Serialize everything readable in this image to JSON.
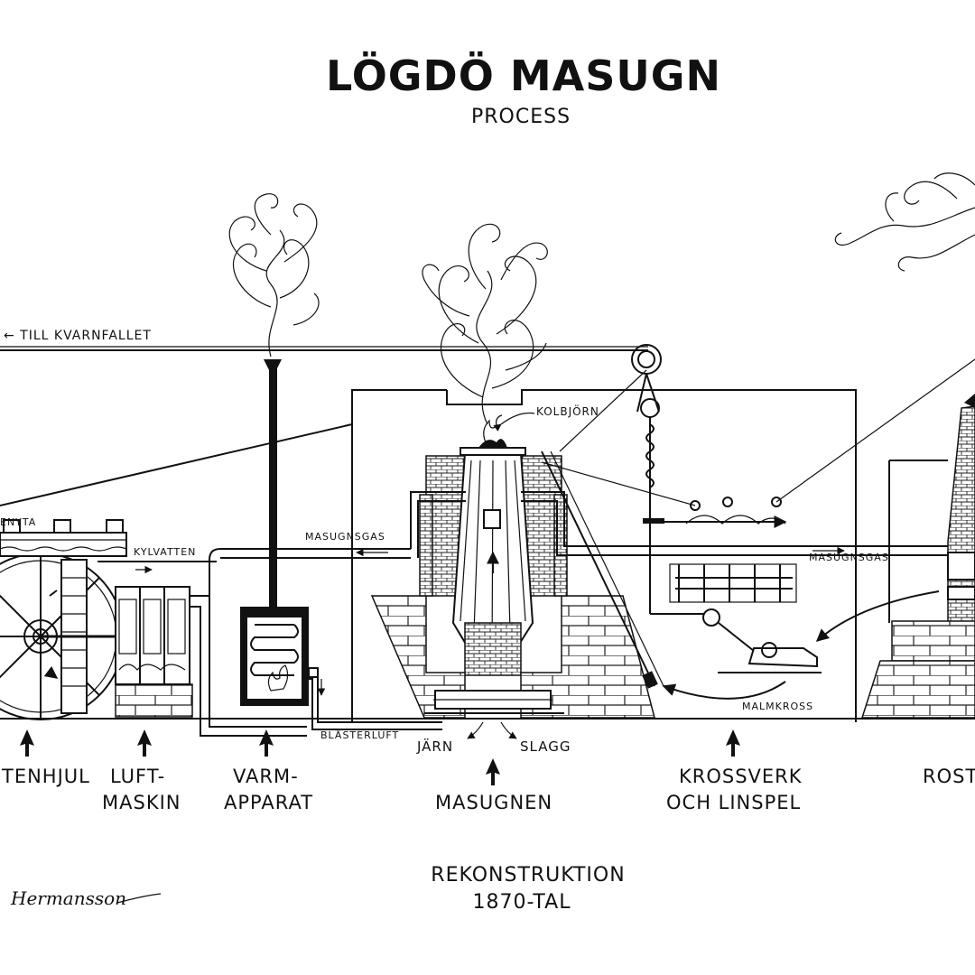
{
  "title": "LÖGDÖ MASUGN",
  "subtitle": "PROCESS",
  "flow_labels": {
    "till_kvarnfallet": "← TILL KVARNFALLET",
    "kolbjorn": "KOLBJÖRN",
    "masugnsgas_left": "MASUGNSGAS",
    "masugnsgas_right": "MASUGNSGAS",
    "kylvatten": "KYLVATTEN",
    "renyta": "ENYTA",
    "blasterluft": "BLÄSTERLUFT",
    "jarn": "JÄRN",
    "slagg": "SLAGG",
    "malmkross": "MALMKROSS"
  },
  "stations": [
    {
      "line1": "TENHJUL",
      "line2": ""
    },
    {
      "line1": "LUFT-",
      "line2": "MASKIN"
    },
    {
      "line1": "VARM-",
      "line2": "APPARAT"
    },
    {
      "line1": "",
      "line2": "MASUGNEN"
    },
    {
      "line1": "KROSSVERK",
      "line2": "OCH LINSPEL"
    },
    {
      "line1": "ROST",
      "line2": ""
    }
  ],
  "footer": {
    "line1": "REKONSTRUKTION",
    "line2": "1870-TAL",
    "signature": "Hermansson"
  },
  "icons": {
    "arrow": "up-arrow-icon",
    "smoke": "smoke-swirl-icon"
  }
}
